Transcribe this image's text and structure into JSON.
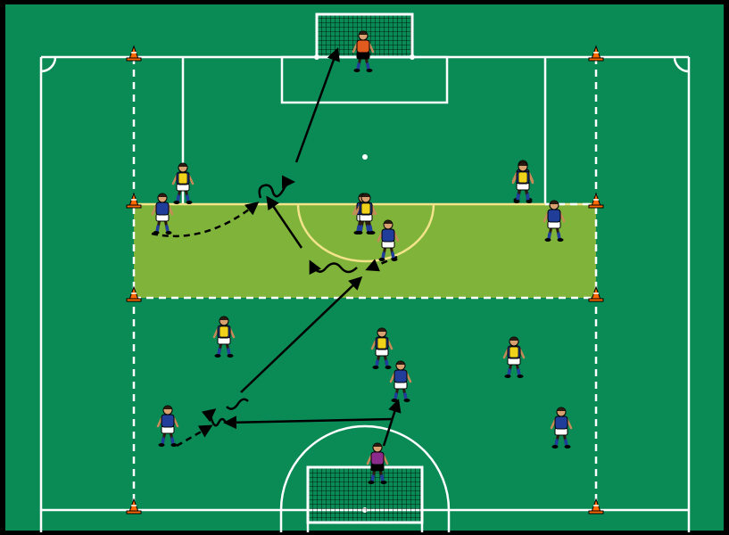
{
  "colors": {
    "border": "#000000",
    "pitch": "#0a8a55",
    "zone": "#7fb33a",
    "lines": "#ffffff",
    "arc": "#f3e38a",
    "cone": "#ff6a00",
    "team_a_shirt": "#1f3d99",
    "team_b_bib": "#f0d21a",
    "goalkeeper_top": "#e25b1e",
    "goalkeeper_bottom": "#8b2b8b"
  },
  "icons": {
    "cone": "training-cone-icon",
    "player": "player-figure-icon",
    "ball": "ball-icon"
  },
  "team_a_players": [
    {
      "id": "a1"
    },
    {
      "id": "a2"
    },
    {
      "id": "a3"
    },
    {
      "id": "a4"
    },
    {
      "id": "a5"
    },
    {
      "id": "a6"
    },
    {
      "id": "a7"
    },
    {
      "id": "a8"
    }
  ],
  "team_b_players": [
    {
      "id": "b1"
    },
    {
      "id": "b2"
    },
    {
      "id": "b3"
    },
    {
      "id": "b4"
    },
    {
      "id": "b5"
    },
    {
      "id": "b6"
    },
    {
      "id": "b7"
    }
  ],
  "goalkeepers": [
    {
      "id": "gk-top"
    },
    {
      "id": "gk-bottom"
    }
  ],
  "cones": [
    {
      "id": "c1"
    },
    {
      "id": "c2"
    },
    {
      "id": "c3"
    },
    {
      "id": "c4"
    },
    {
      "id": "c5"
    },
    {
      "id": "c6"
    },
    {
      "id": "c7"
    },
    {
      "id": "c8"
    }
  ]
}
